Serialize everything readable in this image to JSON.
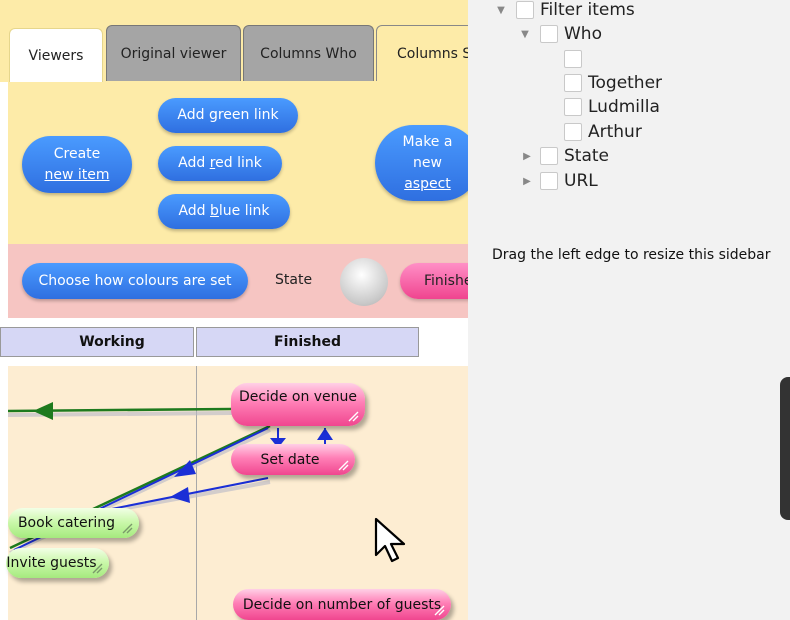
{
  "tabs": [
    {
      "label": "Viewers",
      "active": true
    },
    {
      "label": "Original viewer",
      "active": false
    },
    {
      "label": "Columns Who",
      "active": false
    },
    {
      "label": "Columns St",
      "active": false
    }
  ],
  "actions": {
    "create_line1": "Create",
    "create_line2": "new item",
    "green_link": "Add green link",
    "red_link": "Add red link",
    "blue_link": "Add blue link",
    "aspect_line1": "Make a",
    "aspect_line2": "new",
    "aspect_line3": "aspect"
  },
  "colour_panel": {
    "choose_button": "Choose how colours are set",
    "state_label": "State",
    "state_value": "Finishe"
  },
  "columns": [
    "Working",
    "Finished"
  ],
  "items": {
    "decide_venue": "Decide on venue",
    "set_date": "Set date",
    "book_catering": "Book catering",
    "invite_guests": "Invite guests",
    "decide_guests": "Decide on number of guests"
  },
  "colors": {
    "green_link": "#1e7a1e",
    "blue_link": "#1b2fd6",
    "accent_blue": "#3f88f0",
    "pink_item": "#f0468f",
    "green_item": "#c8f7a8"
  },
  "sidebar": {
    "filter_items": "Filter items",
    "who": "Who",
    "who_blank": "",
    "together": "Together",
    "ludmilla": "Ludmilla",
    "arthur": "Arthur",
    "state": "State",
    "url": "URL",
    "note": "Drag the left edge to resize this sidebar"
  }
}
